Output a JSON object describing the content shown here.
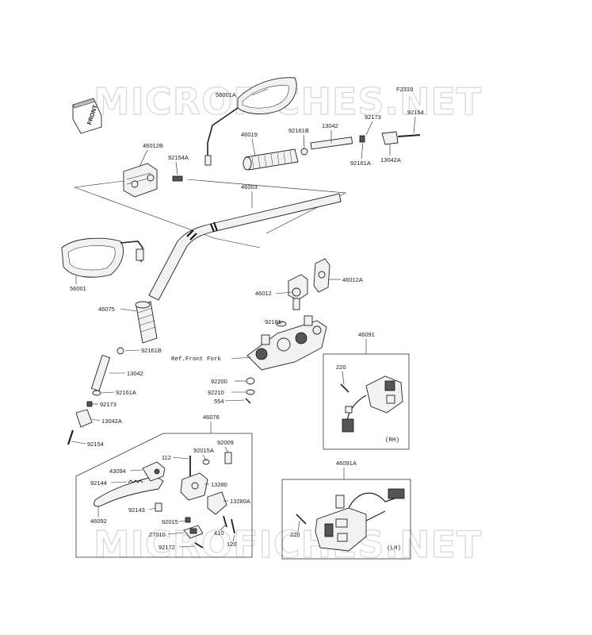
{
  "watermark": "MICROFICHES.NET",
  "front_tag": "FRONT",
  "figure_code": "F2310",
  "ref_label": "Ref.Front Fork",
  "box_rh": "(RH)",
  "box_lh": "(LH)",
  "callouts": {
    "c56001A": "56001A",
    "c46019": "46019",
    "c92161B_top": "92161B",
    "c13042_top": "13042",
    "c92173_top": "92173",
    "c92154_top": "92154",
    "c92161A_top": "92161A",
    "c13042A_top": "13042A",
    "c46012B": "46012B",
    "c92154A": "92154A",
    "c46003": "46003",
    "c56001": "56001",
    "c46012A": "46012A",
    "c46012": "46012",
    "c46075": "46075",
    "c92161": "92161",
    "c92161B_left": "92161B",
    "c13042_left": "13042",
    "c92161A_left": "92161A",
    "c92173_left": "92173",
    "c13042A_left": "13042A",
    "c92154_left": "92154",
    "c92200": "92200",
    "c92210": "92210",
    "c554": "554",
    "c46091": "46091",
    "c220_rh": "220",
    "c46076": "46076",
    "c92009": "92009",
    "c112": "112",
    "c92015A": "92015A",
    "c43094": "43094",
    "c92144": "92144",
    "c13280": "13280",
    "c13280A": "13280A",
    "c92143": "92143",
    "c46092": "46092",
    "c92015": "92015",
    "c27010": "27010",
    "c410": "410",
    "c92172": "92172",
    "c120": "120",
    "c46091A": "46091A",
    "c220_lh": "220"
  }
}
